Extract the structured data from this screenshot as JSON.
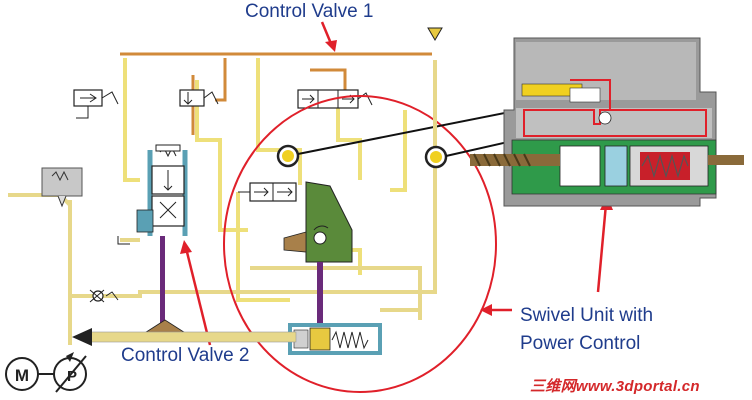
{
  "labels": {
    "control_valve_1": "Control Valve 1",
    "control_valve_2": "Control Valve 2",
    "swivel_line1": "Swivel Unit with",
    "swivel_line2": "Power Control",
    "watermark": "三维网www.3dportal.cn"
  },
  "symbols": {
    "motor": "M",
    "pump": "P"
  },
  "colors": {
    "label_text": "#1f3c8c",
    "callout_red": "#e0202a",
    "pilot_line": "#d18a3a",
    "return_line": "#eee07a",
    "pressure_line": "#e7d88a",
    "valve_body": "#5aa0b4",
    "swivel_plate": "#5a8a3a",
    "piston_rod": "#6a2a7a",
    "cutaway_green": "#2f9a4a",
    "watermark": "#d4282a"
  }
}
